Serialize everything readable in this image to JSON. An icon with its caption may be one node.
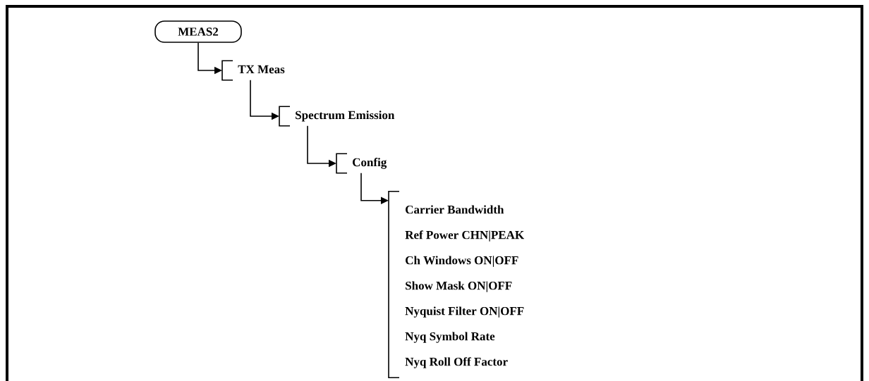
{
  "diagram": {
    "nodes": [
      {
        "text": [
          "MEAS2"
        ]
      },
      {
        "text": [
          "TX Meas"
        ]
      },
      {
        "text": [
          "Spectrum Emission"
        ]
      },
      {
        "text": [
          "Config"
        ]
      },
      {
        "text": [
          "Carrier Bandwidth",
          "Ref Power CHN|PEAK",
          "Ch Windows ON|OFF",
          "Show Mask ON|OFF",
          "Nyquist Filter ON|OFF",
          "Nyq Symbol Rate",
          "Nyq Roll Off Factor"
        ]
      }
    ],
    "edges": [
      {
        "from": 0,
        "to": 1,
        "arrow": "to"
      },
      {
        "from": 1,
        "to": 2,
        "arrow": "to"
      },
      {
        "from": 2,
        "to": 3,
        "arrow": "to"
      },
      {
        "from": 3,
        "to": 4,
        "arrow": "to"
      }
    ]
  }
}
